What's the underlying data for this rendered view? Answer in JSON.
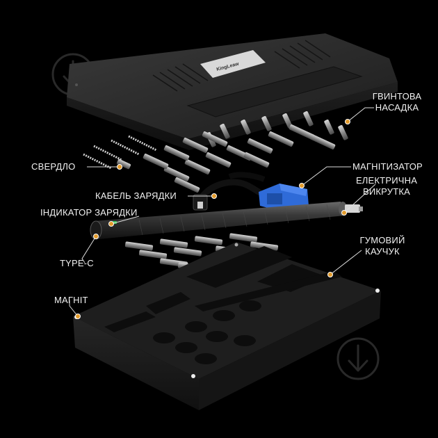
{
  "case_lid": {
    "brand_label": "KingLeaw"
  },
  "labels": {
    "bit_holder": [
      "ГВИНТОВА",
      "НАСАДКА"
    ],
    "drill": "СВЕРДЛО",
    "magnetizer": "МАГНІТИЗАТОР",
    "charging_cable": "КАБЕЛЬ ЗАРЯДКИ",
    "screwdriver": [
      "ЕЛЕКТРИЧНА",
      "ВИКРУТКА"
    ],
    "charge_indicator": "ІНДИКАТОР ЗАРЯДКИ",
    "rubber": [
      "ГУМОВИЙ",
      "КАУЧУК"
    ],
    "type_c": "TYPE-C",
    "magnet": "МАГНІТ"
  },
  "watermark_icon": "download-arrow-icon",
  "callout_color": "#e39b2b",
  "product_color": "#2b2b2b"
}
